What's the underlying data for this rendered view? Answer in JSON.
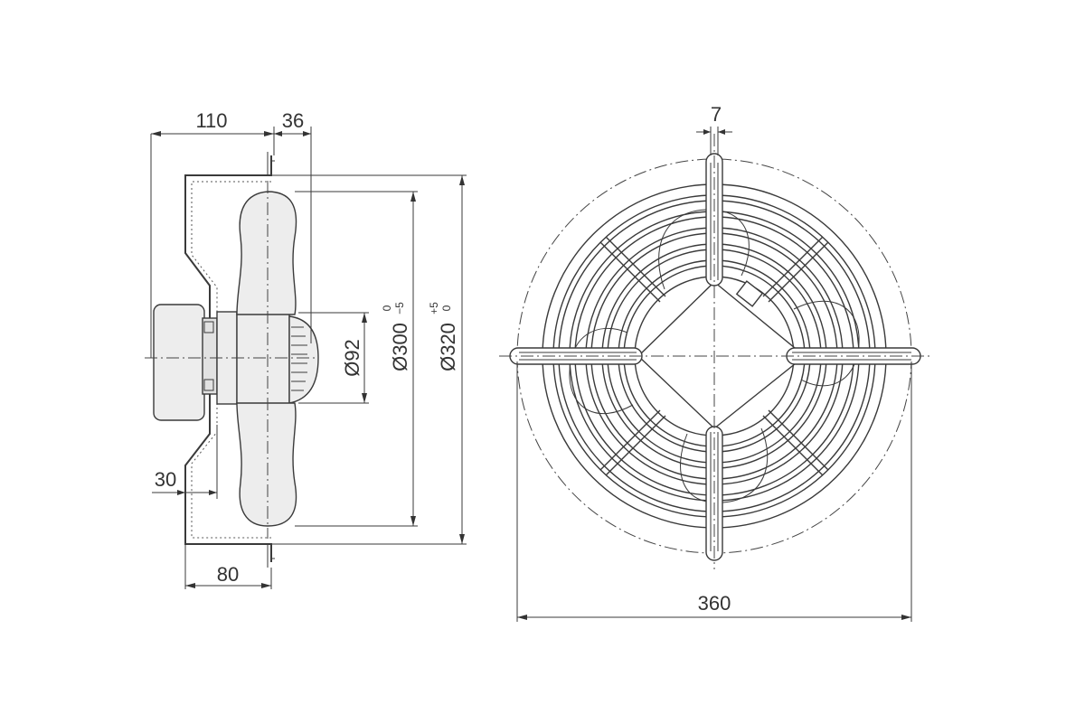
{
  "dimensions": {
    "side_width_total": "110",
    "flange_width": "36",
    "blade_offset": "30",
    "flange_depth": "80",
    "hub_diameter": "Ø92",
    "blade_diameter": "Ø300",
    "blade_tol_upper": "0",
    "blade_tol_lower": "−5",
    "ring_diameter": "Ø320",
    "ring_tol_upper": "+5",
    "ring_tol_lower": "0",
    "overall_width": "360",
    "mount_slot": "7"
  }
}
